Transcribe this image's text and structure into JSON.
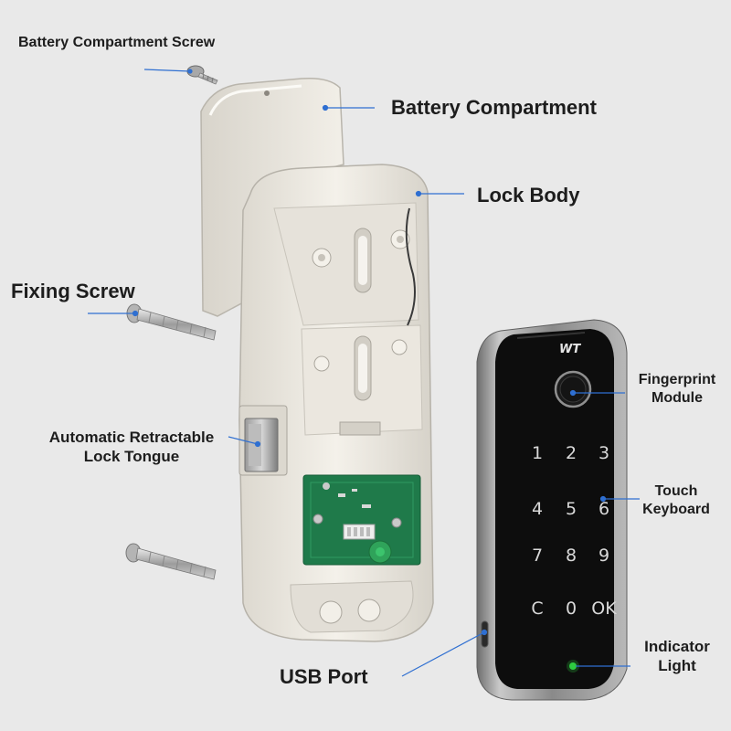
{
  "labels": {
    "battery_compartment_screw": "Battery Compartment Screw",
    "battery_compartment": "Battery Compartment",
    "lock_body": "Lock Body",
    "fixing_screw": "Fixing Screw",
    "tongue_line1": "Automatic Retractable",
    "tongue_line2": "Lock Tongue",
    "usb_port": "USB Port",
    "fingerprint_line1": "Fingerprint",
    "fingerprint_line2": "Module",
    "touch_line1": "Touch",
    "touch_line2": "Keyboard",
    "indicator_line1": "Indicator",
    "indicator_line2": "Light"
  },
  "keypad": {
    "brand": "WT",
    "keys": [
      "1",
      "2",
      "3",
      "4",
      "5",
      "6",
      "7",
      "8",
      "9",
      "C",
      "0",
      "OK"
    ]
  },
  "colors": {
    "background": "#e9e9e9",
    "leader_line": "#2f6fd1",
    "lock_body": "#efebe3",
    "pcb": "#1f7a4a",
    "keypad_face": "#0d0d0d",
    "keypad_frame": "#9a9a9a",
    "indicator": "#2ecc40"
  }
}
